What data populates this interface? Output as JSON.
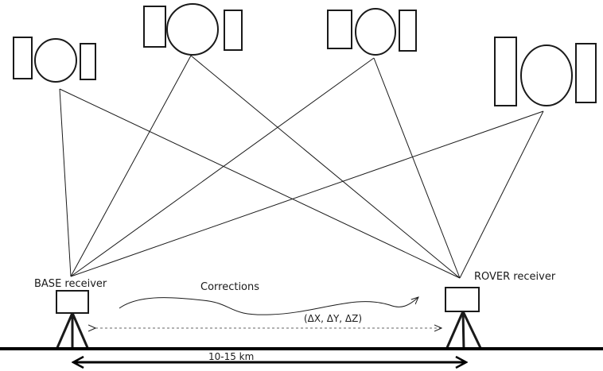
{
  "labels": {
    "base_receiver": "BASE receiver",
    "rover_receiver": "ROVER receiver",
    "corrections": "Corrections",
    "deltas": "(ΔX, ΔY, ΔZ)",
    "distance": "10-15 km"
  },
  "icons": {
    "satellite": "satellite-icon",
    "tripod": "tripod-receiver-icon"
  },
  "colors": {
    "line": "#1a1a1a",
    "background": "#ffffff"
  }
}
